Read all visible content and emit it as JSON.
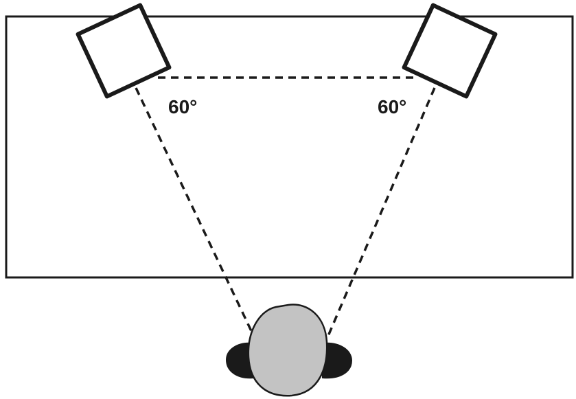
{
  "diagram": {
    "left_angle": "60°",
    "right_angle": "60°",
    "colors": {
      "stroke": "#1a1a1a",
      "head_fill": "#c3c3c3",
      "ear_fill": "#1a1a1a",
      "background": "#ffffff"
    },
    "elements": [
      "room",
      "left-speaker",
      "right-speaker",
      "listener-head"
    ]
  }
}
